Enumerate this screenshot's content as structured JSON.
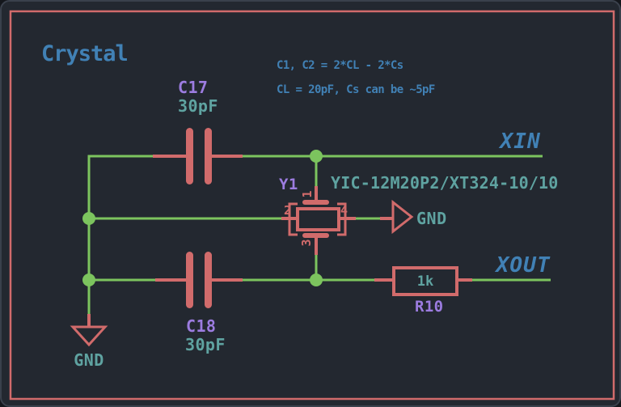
{
  "sheet": {
    "title": "Crystal",
    "notes": [
      "C1, C2 = 2*CL - 2*Cs",
      "CL = 20pF, Cs can be ~5pF"
    ]
  },
  "components": {
    "c17": {
      "ref": "C17",
      "value": "30pF"
    },
    "c18": {
      "ref": "C18",
      "value": "30pF"
    },
    "y1": {
      "ref": "Y1",
      "value": "YIC-12M20P2/XT324-10/10",
      "pin_numbers": {
        "p1": "1",
        "p2": "2",
        "p3": "3",
        "p4": "4"
      }
    },
    "r10": {
      "ref": "R10",
      "value": "1k"
    }
  },
  "net_labels": {
    "xin": "XIN",
    "xout": "XOUT"
  },
  "power_symbols": {
    "gnd_right": "GND",
    "gnd_bottom": "GND"
  },
  "colors": {
    "background": "#232830",
    "sheet_border": "#417aa4",
    "wire_green": "#7cc45e",
    "symbol_red": "#d16b6b",
    "reference_purple": "#9c7ce0",
    "value_teal": "#5fa3a1",
    "text_blue": "#4181b5"
  }
}
